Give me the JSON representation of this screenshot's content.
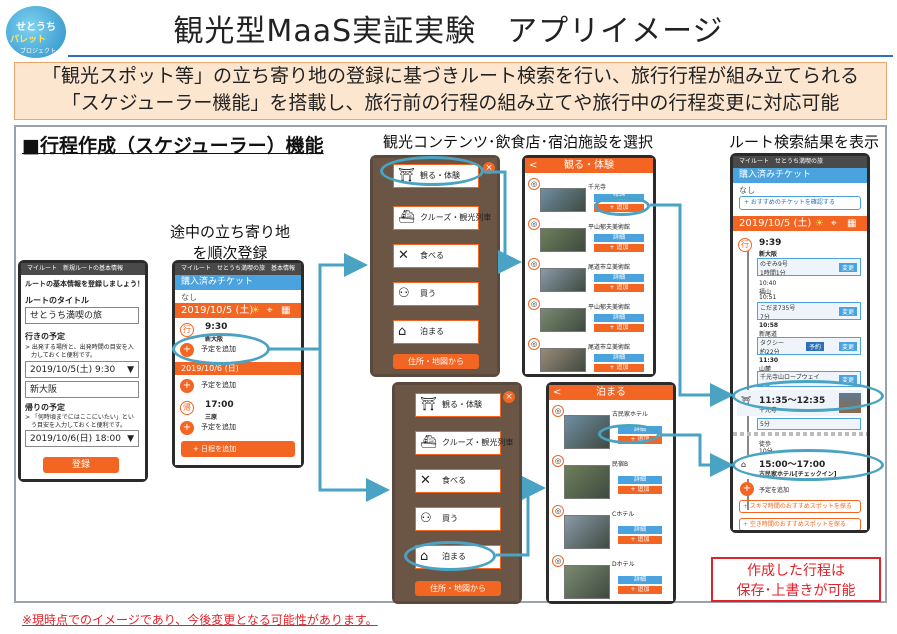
{
  "header": {
    "logo_lines": [
      "せとうち",
      "パレット",
      "プロジェクト"
    ],
    "title": "観光型MaaS実証実験　アプリイメージ"
  },
  "banner": {
    "line1": "「観光スポット等」の立ち寄り地の登録に基づきルート検索を行い、旅行行程が組み立てられる",
    "line2": "「スケジューラー機能」を搭載し、旅行前の行程の組み立てや旅行中の行程変更に対応可能"
  },
  "section": {
    "heading": "■行程作成（スケジューラー）機能",
    "step2_label": "途中の立ち寄り地\nを順次登録",
    "step2_line1": "途中の立ち寄り地",
    "step2_line2": "を順次登録",
    "step3_label": "観光コンテンツ･飲食店･宿泊施設を選択",
    "step4_label": "ルート検索結果を表示"
  },
  "phone1": {
    "bar": "マイルート　新規ルートの基本情報",
    "intro": "ルートの基本情報を登録しましょう！",
    "route_title_label": "ルートのタイトル",
    "route_title_value": "せとうち満喫の旅",
    "outbound_label": "行きの予定",
    "outbound_note1": "> 出発する場所と、出発時間の目安を入",
    "outbound_note2": "　力しておくと便利です。",
    "outbound_datetime": "2019/10/5(土) 9:30",
    "outbound_place": "新大阪",
    "return_label": "帰りの予定",
    "return_note1": "> 「何時頃までにはここにいたい」とい",
    "return_note2": "　う目安を入力しておくと便利です。",
    "return_datetime": "2019/10/6(日) 18:00",
    "register_button": "登録"
  },
  "phone2": {
    "bar": "マイルート　せとうち満喫の旅　基本情報",
    "ticket_header": "購入済みチケット",
    "ticket_none": "なし",
    "date1": "2019/10/5 (土)",
    "go_marker": "行",
    "time1": "9:30",
    "place1": "新大阪",
    "add1": "予定を追加",
    "date2": "2019/10/6 (日)",
    "add2": "予定を追加",
    "return_marker": "帰",
    "time2": "17:00",
    "place2": "三原",
    "add3": "予定を追加",
    "add_day": "+ 日程を追加"
  },
  "phone3": {
    "categories": [
      "観る・体験",
      "クルーズ・観光列車",
      "食べる",
      "買う",
      "泊まる"
    ],
    "bottom": "住所・地図から"
  },
  "phone4": {
    "header": "観る・体験",
    "items": [
      {
        "name": "千光寺",
        "detail": "詳細",
        "add": "+ 追加"
      },
      {
        "name": "平山郁夫美術館",
        "detail": "詳細",
        "add": "+ 追加"
      },
      {
        "name": "尾道市立美術館",
        "detail": "詳細",
        "add": "+ 追加"
      },
      {
        "name": "平山郁夫美術館",
        "detail": "詳細",
        "add": "+ 追加"
      },
      {
        "name": "尾道市立美術館",
        "detail": "詳細",
        "add": "+ 追加"
      }
    ]
  },
  "phone5": {
    "categories": [
      "観る・体験",
      "クルーズ・観光列車",
      "食べる",
      "買う",
      "泊まる"
    ],
    "bottom": "住所・地図から"
  },
  "phone6": {
    "header": "泊まる",
    "items": [
      {
        "name": "古民家ホテル",
        "detail": "詳細",
        "add": "+ 追加"
      },
      {
        "name": "民宿B",
        "detail": "詳細",
        "add": "+ 追加"
      },
      {
        "name": "Cホテル",
        "detail": "詳細",
        "add": "+ 追加"
      },
      {
        "name": "Dホテル",
        "detail": "詳細",
        "add": "+ 追加"
      }
    ]
  },
  "phone7": {
    "bar": "マイルート　せとうち満喫の旅",
    "ticket_header": "購入済みチケット",
    "ticket_none": "なし",
    "recommend_ticket": "+ おすすめのチケットを確認する",
    "date": "2019/10/5 (土)",
    "go_marker": "行",
    "time1": "9:39",
    "place1": "新大阪",
    "train1a": "のぞみ9号",
    "train1b": "1時間1分",
    "time2": "10:40",
    "place2a": "福山",
    "time3": "10:51",
    "train2a": "こだま735号",
    "train2b": "7分",
    "time4": "10:58",
    "place4": "新尾道",
    "taxi_a": "タクシー",
    "taxi_b": "約22分",
    "reserve": "予約",
    "time5": "11:30",
    "place5": "山麓",
    "rope_a": "千光寺山ロープウェイ",
    "rope_b": "3分",
    "stop_time": "11:35〜12:35",
    "stop_place": "千光寺",
    "walk": "5分",
    "walk2_a": "徒歩",
    "walk2_b": "10分",
    "hotel_time": "15:00〜17:00",
    "hotel_place": "古民家ホテル[チェックイン]",
    "add": "予定を追加",
    "recommend_spot": "+ スキマ時間のおすすめスポットを探る",
    "recommend_spot2": "+ 空き時間のおすすめスポットを探る",
    "status_btn": "変更"
  },
  "save_note": {
    "line1": "作成した行程は",
    "line2": "保存･上書きが可能"
  },
  "disclaimer": "※現時点でのイメージであり、今後変更となる可能性があります。",
  "colors": {
    "accent_orange": "#f26522",
    "app_blue": "#4aa3df",
    "arrow_teal": "#4aa3c2",
    "banner_bg": "#fde6cf",
    "alert_red": "#e0232b"
  }
}
